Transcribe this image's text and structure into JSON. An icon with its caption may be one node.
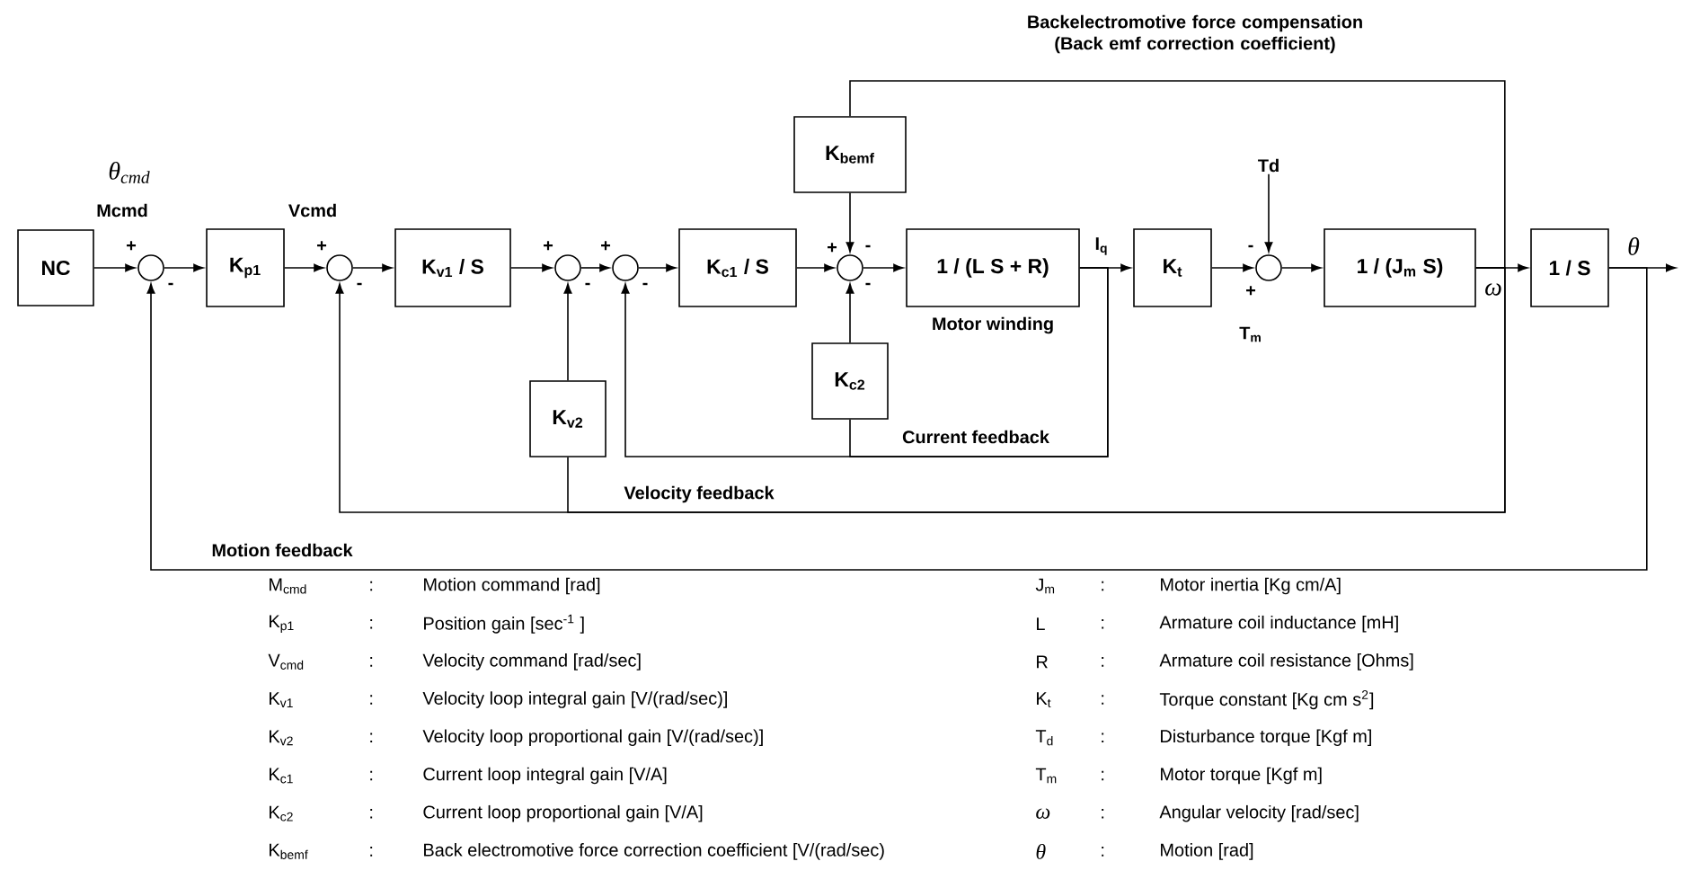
{
  "diagram": {
    "nodes": [
      {
        "text": [
          "NC"
        ]
      },
      {
        "text": [],
        "shape": "circle"
      },
      {
        "text": [
          "K$_{p1}$"
        ]
      },
      {
        "text": [],
        "shape": "circle"
      },
      {
        "text": [
          "K$_{v1}$ / S"
        ]
      },
      {
        "text": [],
        "shape": "circle"
      },
      {
        "text": [],
        "shape": "circle"
      },
      {
        "text": [
          "K$_{c1}$ / S"
        ]
      },
      {
        "text": [],
        "shape": "circle"
      },
      {
        "text": [
          "K$_{bemf}$"
        ]
      },
      {
        "text": [
          "K$_{c2}$"
        ]
      },
      {
        "text": [
          "1 / (L S + R)"
        ],
        "beside": [
          "Motor winding"
        ]
      },
      {
        "text": [
          "K$_{t}$"
        ]
      },
      {
        "text": [],
        "shape": "circle"
      },
      {
        "text": [
          "1 / (J$_{m}$ S)"
        ]
      },
      {
        "text": [
          "1 / S"
        ]
      },
      {
        "text": [
          "K$_{v2}$"
        ]
      },
      {
        "text": [
          "Td"
        ]
      }
    ],
    "edges": [
      {
        "from": 0,
        "to": 1,
        "arrow": "to"
      },
      {
        "from": 1,
        "to": 2,
        "arrow": "to"
      },
      {
        "from": 2,
        "to": 3,
        "arrow": "to"
      },
      {
        "from": 3,
        "to": 4,
        "arrow": "to"
      },
      {
        "from": 4,
        "to": 5,
        "arrow": "to"
      },
      {
        "from": 5,
        "to": 6,
        "arrow": "to"
      },
      {
        "from": 6,
        "to": 7,
        "arrow": "to"
      },
      {
        "from": 7,
        "to": 8,
        "arrow": "to"
      },
      {
        "from": 8,
        "to": 11,
        "arrow": "to"
      },
      {
        "from": 11,
        "to": 12,
        "arrow": "to",
        "label": "I$_{q}$"
      },
      {
        "from": 12,
        "to": 13,
        "arrow": "to"
      },
      {
        "from": 13,
        "to": 14,
        "arrow": "to"
      },
      {
        "from": 14,
        "to": 15,
        "arrow": "to"
      },
      {
        "from": 15,
        "to": null,
        "arrow": "to",
        "label": "θ"
      },
      {
        "from": 17,
        "to": 13,
        "arrow": "to"
      },
      {
        "from": 9,
        "to": 8,
        "arrow": "to"
      },
      {
        "from": 10,
        "to": 8,
        "arrow": "to"
      },
      {
        "from": 16,
        "to": 5,
        "arrow": "to"
      },
      {
        "from": 14,
        "to": 9,
        "arrow": "none",
        "label": "Backelectromotive force compensation (Back emf correction coefficient)"
      },
      {
        "from": 14,
        "to": 16,
        "arrow": "none"
      },
      {
        "from": 14,
        "to": 3,
        "arrow": "to",
        "label": "Velocity feedback"
      },
      {
        "from": 11,
        "to": 10,
        "arrow": "none"
      },
      {
        "from": 11,
        "to": 6,
        "arrow": "to",
        "label": "Current feedback"
      },
      {
        "from": 15,
        "to": 1,
        "arrow": "to",
        "label": "Motion feedback"
      }
    ],
    "labels": [
      "θ$_{cmd}$",
      "Mcmd",
      "Vcmd",
      "+",
      "-",
      "+",
      "-",
      "+",
      "-",
      "+",
      "-",
      "+",
      "-",
      "-",
      "-",
      "+",
      "ω",
      "T$_{m}$",
      "M$_{cmd}$",
      ":",
      "Motion command [rad]",
      "K$_{p1}$",
      ":",
      "Position gain [sec$^{-1}$ ]",
      "V$_{cmd}$",
      ":",
      "Velocity command [rad/sec]",
      "K$_{v1}$",
      ":",
      "Velocity loop integral gain [V/(rad/sec)]",
      "K$_{v2}$",
      ":",
      "Velocity loop proportional gain [V/(rad/sec)]",
      "K$_{c1}$",
      ":",
      "Current loop integral gain [V/A]",
      "K$_{c2}$",
      ":",
      "Current loop proportional gain [V/A]",
      "K$_{bemf}$",
      ":",
      "Back electromotive force correction coefficient [V/(rad/sec)",
      "J$_{m}$",
      ":",
      "Motor inertia [Kg cm/A]",
      "L",
      ":",
      "Armature coil inductance [mH]",
      "R",
      ":",
      "Armature coil resistance [Ohms]",
      "K$_{t}$",
      ":",
      "Torque constant [Kg cm s$^{2}$]",
      "T$_{d}$",
      ":",
      "Disturbance torque [Kgf m]",
      "T$_{m}$",
      ":",
      "Motor torque [Kgf m]",
      "ω",
      ":",
      "Angular velocity [rad/sec]",
      "θ",
      ":",
      "Motion [rad]"
    ]
  }
}
